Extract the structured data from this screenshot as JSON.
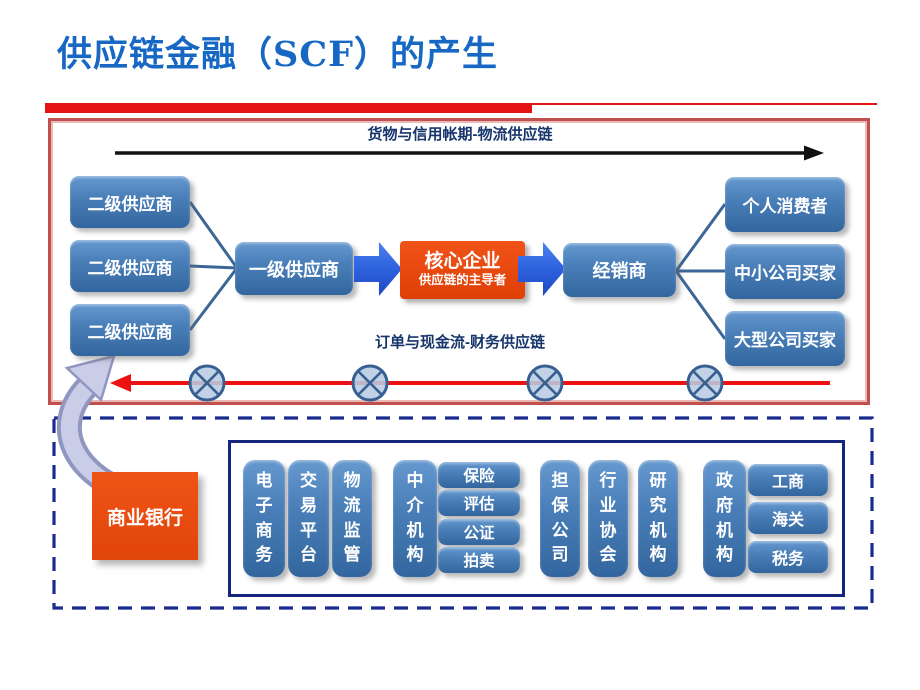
{
  "title": "供应链金融（SCF）的产生",
  "chain": {
    "top_label": "货物与信用帐期-物流供应链",
    "bottom_label": "订单与现金流-财务供应链",
    "tier2_suppliers": [
      "二级供应商",
      "二级供应商",
      "二级供应商"
    ],
    "tier1_supplier": "一级供应商",
    "core_enterprise": {
      "title": "核心企业",
      "subtitle": "供应链的主导者"
    },
    "distributor": "经销商",
    "buyers": [
      "个人消费者",
      "中小公司买家",
      "大型公司买家"
    ]
  },
  "support": {
    "bank": "商业银行",
    "platforms": [
      "电子商务",
      "交易平台",
      "物流监管"
    ],
    "intermediary": {
      "label": "中介机构",
      "services": [
        "保险",
        "评估",
        "公证",
        "拍卖"
      ]
    },
    "institutions": [
      "担保公司",
      "行业协会",
      "研究机构"
    ],
    "government": {
      "label": "政府机构",
      "departments": [
        "工商",
        "海关",
        "税务"
      ]
    }
  },
  "colors": {
    "title_blue": "#1668c4",
    "accent_red": "#e51414",
    "frame_red": "#c0504d",
    "label_navy": "#17356b",
    "frame_navy": "#16257e",
    "dashed_navy": "#1b2b90",
    "box_blue_top": "#6699cf",
    "box_blue_bottom": "#33669e",
    "core_orange": "#e8460d",
    "fat_arrow_blue": "#2c5fdc",
    "flow_arrow_red": "#ee1111",
    "flow_arrow_black": "#111111",
    "circle_fill": "#b8cce4",
    "circle_stroke": "#376092",
    "curved_arrow_fill": "#c9cde8",
    "curved_arrow_edge": "#8f97c0"
  }
}
